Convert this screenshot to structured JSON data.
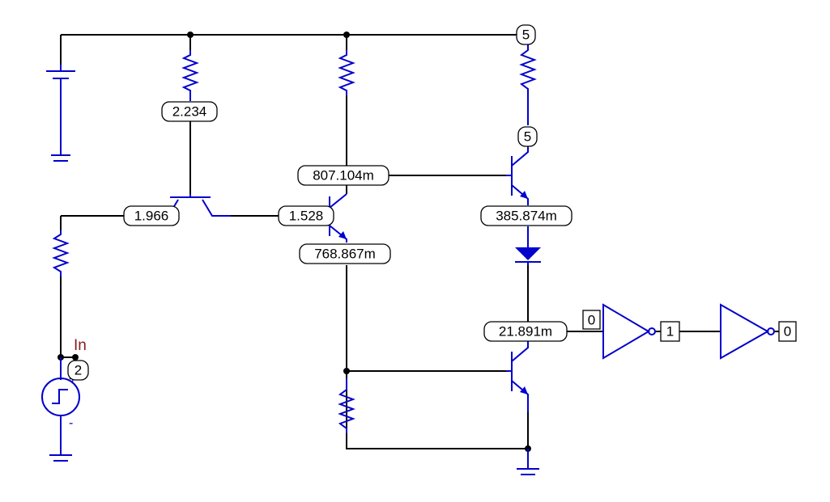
{
  "net_label": "In",
  "source_polarity": {
    "plus": "+",
    "minus": "-"
  },
  "node_values": {
    "top_rail": "5",
    "r1_bottom": "2.234",
    "q1_base": "1.966",
    "q1_emitter": "1.528",
    "q2_collector": "807.104m",
    "q2_emitter": "768.867m",
    "q3_collector": "5",
    "q3_emitter": "385.874m",
    "q4_collector": "21.891m",
    "source_node": "2"
  },
  "logic_states": {
    "inv1_input": "0",
    "inv1_output": "1",
    "inv2_output": "0"
  },
  "colors": {
    "wire": "#000000",
    "component": "#0000cc",
    "net_label": "#8b1a1a"
  }
}
